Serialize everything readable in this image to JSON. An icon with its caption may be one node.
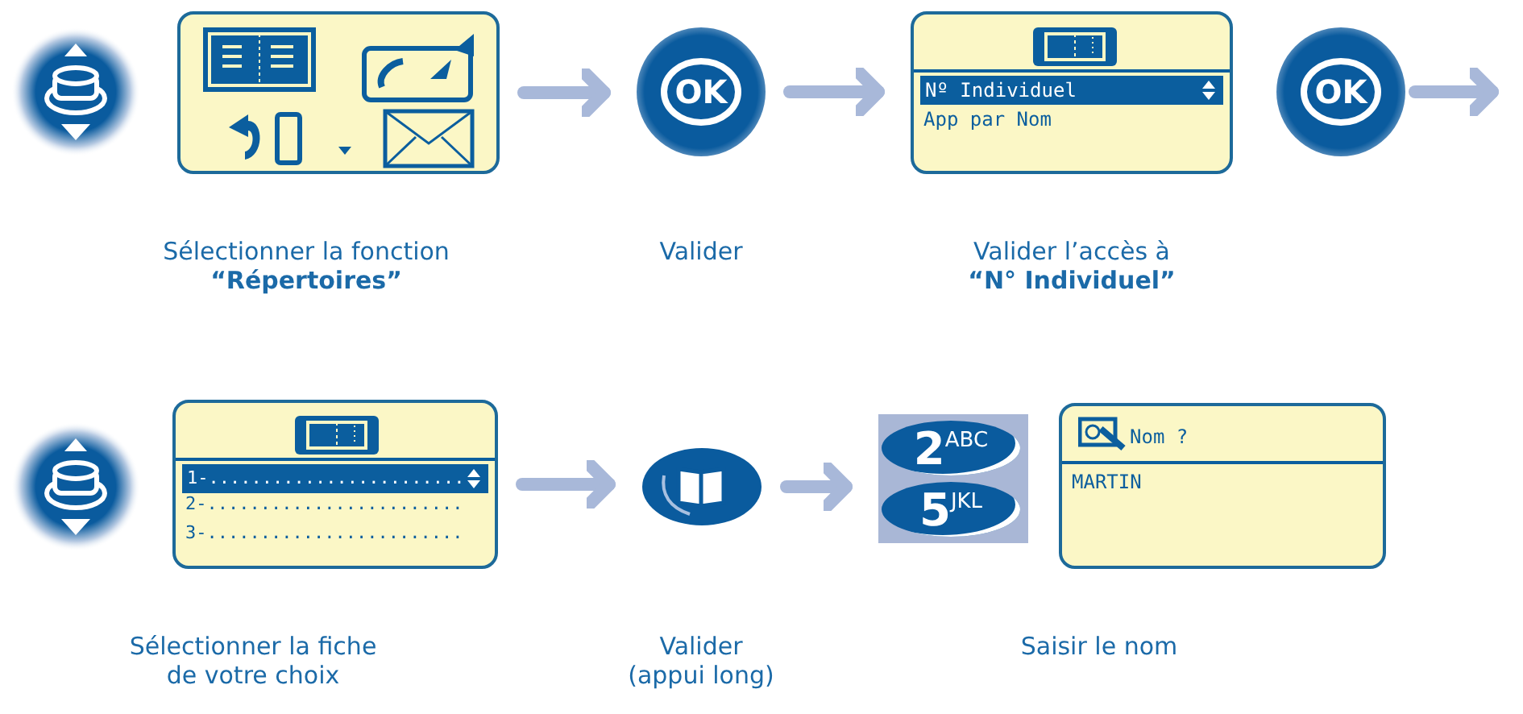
{
  "diagram": {
    "nodes": [
      {
        "text": [],
        "shape": "circle"
      },
      {
        "text": [],
        "shape": "box"
      },
      {
        "text": [
          "OK"
        ]
      },
      {
        "text": [
          "Nº Individuel",
          "App par Nom"
        ]
      },
      {
        "text": [
          "OK"
        ]
      },
      {
        "text": [],
        "shape": "circle"
      },
      {
        "text": [
          "1-........................",
          "2-........................",
          "3-........................"
        ]
      },
      {
        "text": [],
        "shape": "circle"
      },
      {
        "text": [
          "2",
          "ABC",
          "5",
          "JKL"
        ]
      },
      {
        "text": [
          "Nom ?",
          "MARTIN"
        ]
      }
    ],
    "edges": [
      {
        "from": 1,
        "to": 2,
        "arrow": "to"
      },
      {
        "from": 2,
        "to": 3,
        "arrow": "to"
      },
      {
        "from": 4,
        "to": null,
        "arrow": "to"
      },
      {
        "from": 6,
        "to": 7,
        "arrow": "to"
      },
      {
        "from": 7,
        "to": 8,
        "arrow": "to"
      }
    ],
    "labels": [
      "Sélectionner la fonction **“Répertoires”**",
      "Valider",
      "Valider l’accès à **“N° Individuel”**",
      "Sélectionner la fiche de votre choix",
      "Valider (appui long)",
      "Saisir le nom"
    ]
  }
}
